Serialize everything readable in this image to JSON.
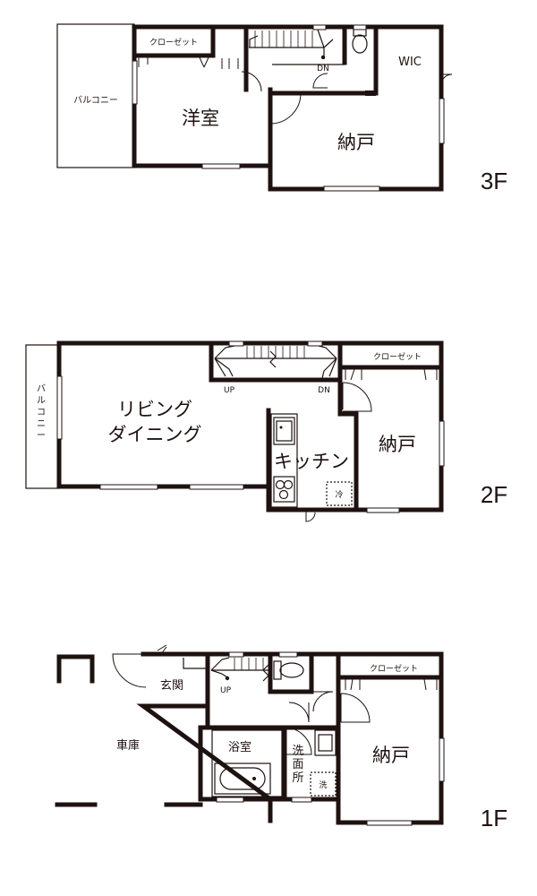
{
  "floors": {
    "f3": {
      "floor_label": "3F",
      "balcony": "バルコニー",
      "closet": "クローゼット",
      "stair_dn": "DN",
      "wic": "WIC",
      "western_room": "洋室",
      "storage": "納戸"
    },
    "f2": {
      "floor_label": "2F",
      "balcony_v": [
        "バ",
        "ル",
        "コ",
        "ニ",
        "ー"
      ],
      "closet": "クローゼット",
      "stair_up": "UP",
      "stair_dn": "DN",
      "living_line1": "リビング",
      "living_line2": "ダイニング",
      "kitchen": "キッチン",
      "fridge": "冷",
      "storage": "納戸"
    },
    "f1": {
      "floor_label": "1F",
      "closet": "クローゼット",
      "entrance": "玄関",
      "stair_up": "UP",
      "garage": "車庫",
      "bathroom": "浴室",
      "washroom_v": [
        "洗",
        "面",
        "所"
      ],
      "washer": "洗",
      "storage": "納戸"
    }
  },
  "colors": {
    "wall": "#1e1210",
    "background": "#ffffff"
  }
}
